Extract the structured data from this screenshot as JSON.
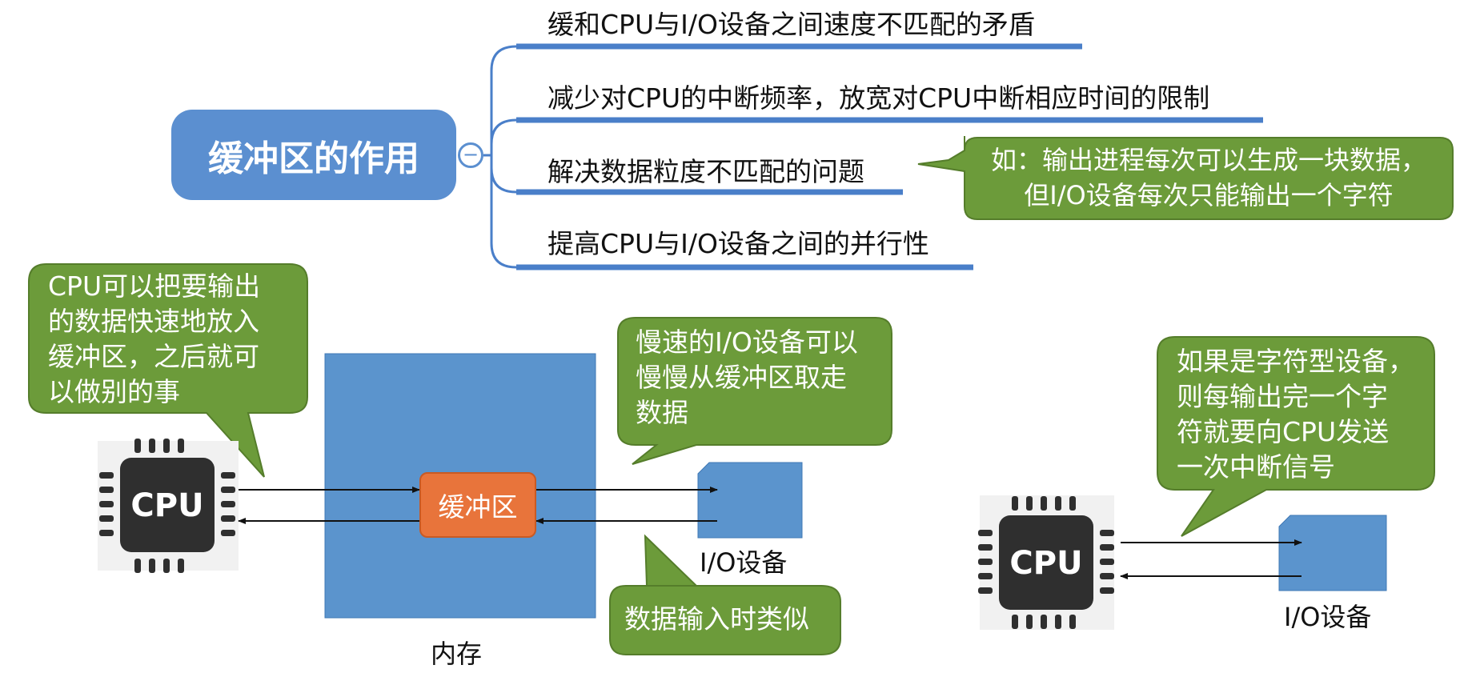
{
  "mindmap": {
    "root_label": "缓冲区的作用",
    "collapse_symbol": "−",
    "branches": [
      "缓和CPU与I/O设备之间速度不匹配的矛盾",
      "减少对CPU的中断频率，放宽对CPU中断相应时间的限制",
      "解决数据粒度不匹配的问题",
      "提高CPU与I/O设备之间的并行性"
    ],
    "note_lines": [
      "如：输出进程每次可以生成一块数据，",
      "但I/O设备每次只能输出一个字符"
    ]
  },
  "left_diagram": {
    "cpu_label": "CPU",
    "buffer_label": "缓冲区",
    "memory_label": "内存",
    "device_label": "I/O设备",
    "bubble_cpu_lines": [
      "CPU可以把要输出",
      "的数据快速地放入",
      "缓冲区，之后就可",
      "以做别的事"
    ],
    "bubble_device_lines": [
      "慢速的I/O设备可以",
      "慢慢从缓冲区取走",
      "数据"
    ],
    "bubble_input": "数据输入时类似"
  },
  "right_diagram": {
    "cpu_label": "CPU",
    "device_label": "I/O设备",
    "bubble_lines": [
      "如果是字符型设备，",
      "则每输出完一个字",
      "符就要向CPU发送",
      "一次中断信号"
    ]
  },
  "colors": {
    "root_fill": "#5b8fd0",
    "branch_line": "#4a7fc9",
    "bubble_fill": "#6c9b3a",
    "bubble_border": "#557d2b",
    "memory_fill": "#5b94cd",
    "device_fill": "#5b94cd",
    "buffer_fill": "#e8743b",
    "cpu_chip": "#2f2f2f"
  }
}
